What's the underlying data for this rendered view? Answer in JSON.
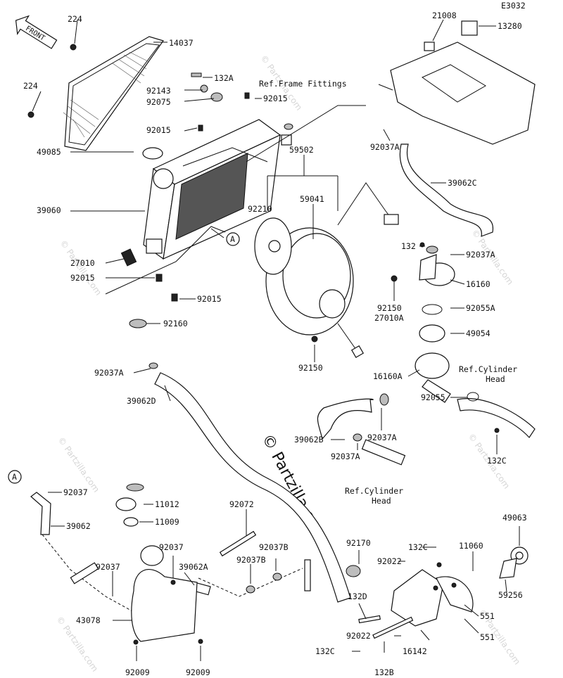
{
  "diagram_code": "E3032",
  "front_label": "FRONT",
  "watermark": "© Partzilla.com",
  "small_watermark": "© Partzilla.com",
  "circle_ref": "A",
  "refs": {
    "frame": "Ref.Frame Fittings",
    "cyl1": [
      "Ref.Cylinder",
      "Head"
    ],
    "cyl2": [
      "Ref.Cylinder",
      "Head"
    ]
  },
  "labels": {
    "l224a": "224",
    "l14037": "14037",
    "l224b": "224",
    "l132A": "132A",
    "l92143": "92143",
    "l92075": "92075",
    "l92015a": "92015",
    "l92015b": "92015",
    "l49085": "49085",
    "l39060": "39060",
    "l27010": "27010",
    "l92015c": "92015",
    "l92015d": "92015",
    "l92160": "92160",
    "l92037Aa": "92037A",
    "l39062D": "39062D",
    "l21008": "21008",
    "l13280": "13280",
    "l92037Ab": "92037A",
    "l59502": "59502",
    "l59041": "59041",
    "l92210": "92210",
    "l39062C": "39062C",
    "l132": "132",
    "l92037Ac": "92037A",
    "l16160": "16160",
    "l92150a": "92150",
    "l27010A": "27010A",
    "l92055A": "92055A",
    "l49054": "49054",
    "l92150b": "92150",
    "l16160A": "16160A",
    "l92055": "92055",
    "l92037Ad": "92037A",
    "l39062B": "39062B",
    "l92037Ae": "92037A",
    "l132C_a": "132C",
    "l92037": "92037",
    "l39062": "39062",
    "l11012": "11012",
    "l11009": "11009",
    "l92072": "92072",
    "l92037b": "92037",
    "l92037B_a": "92037B",
    "l92037c": "92037",
    "l39062A": "39062A",
    "l92037B_b": "92037B",
    "l43078": "43078",
    "l92009a": "92009",
    "l92009b": "92009",
    "l92170": "92170",
    "l92022a": "92022",
    "l132C_b": "132C",
    "l11060": "11060",
    "l49063": "49063",
    "l59256": "59256",
    "l132D": "132D",
    "l551a": "551",
    "l551b": "551",
    "l92022b": "92022",
    "l16142": "16142",
    "l132C_c": "132C",
    "l132B": "132B"
  }
}
